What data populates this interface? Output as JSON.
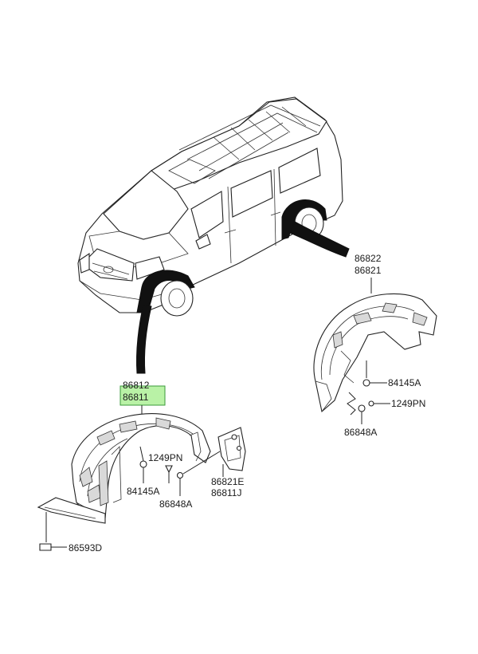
{
  "highlight_color": "#b9f2a6",
  "labels": {
    "rear_top": "86822",
    "rear_bottom": "86821",
    "front_top": "86812",
    "front_bottom": "86811",
    "rear_nut": "84145A",
    "rear_screw": "1249PN",
    "rear_clip": "86848A",
    "front_screw": "1249PN",
    "front_nut": "84145A",
    "front_clip": "86848A",
    "flap_top": "86821E",
    "flap_bottom": "86811J",
    "bottom_clip": "86593D"
  }
}
